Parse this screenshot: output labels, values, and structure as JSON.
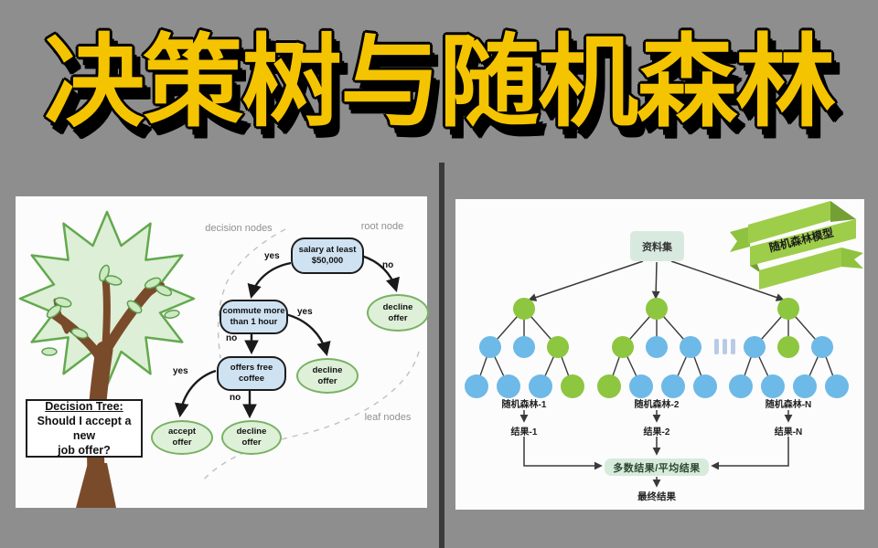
{
  "title": {
    "text": "决策树与随机森林",
    "color": "#F5C400",
    "shadow_color": "#000000",
    "background_color": "#8e8e8e"
  },
  "decision_tree": {
    "annotations": {
      "decision_nodes": "decision nodes",
      "root_node": "root node",
      "leaf_nodes": "leaf nodes"
    },
    "caption": {
      "heading": "Decision Tree:",
      "question_line1": "Should I accept a new",
      "question_line2": "job offer?"
    },
    "nodes": {
      "root": {
        "line1": "salary at least",
        "line2": "$50,000"
      },
      "commute": {
        "line1": "commute more",
        "line2": "than 1 hour"
      },
      "coffee": {
        "line1": "offers free",
        "line2": "coffee"
      },
      "decline_offer_1": {
        "line1": "decline",
        "line2": "offer"
      },
      "decline_offer_2": {
        "line1": "decline",
        "line2": "offer"
      },
      "decline_offer_3": {
        "line1": "decline",
        "line2": "offer"
      },
      "accept_offer": {
        "line1": "accept",
        "line2": "offer"
      }
    },
    "edge_labels": {
      "root_yes": "yes",
      "root_no": "no",
      "commute_yes": "yes",
      "commute_no": "no",
      "coffee_yes": "yes",
      "coffee_no": "no"
    },
    "colors": {
      "decision_fill": "#cfe2f2",
      "decision_border": "#1d1d1d",
      "leaf_fill": "#def0d8",
      "leaf_border": "#79b163",
      "foliage_fill": "#ddefd6",
      "foliage_stroke": "#63a94f",
      "trunk": "#7a4b2a"
    }
  },
  "random_forest": {
    "dataset_label": "资料集",
    "banner_label": "随机森林模型",
    "separator_icon": "triple-bars",
    "trees": [
      {
        "label": "随机森林-1",
        "result": "结果-1",
        "levels": [
          [
            "green"
          ],
          [
            "blue",
            "blue",
            "green"
          ],
          [
            "blue",
            "blue",
            "blue",
            "green"
          ]
        ]
      },
      {
        "label": "随机森林-2",
        "result": "结果-2",
        "levels": [
          [
            "green"
          ],
          [
            "green",
            "blue",
            "blue"
          ],
          [
            "green",
            "blue",
            "blue",
            "blue"
          ]
        ]
      },
      {
        "label": "随机森林-N",
        "result": "结果-N",
        "levels": [
          [
            "green"
          ],
          [
            "blue",
            "green",
            "blue"
          ],
          [
            "blue",
            "blue",
            "blue",
            "blue"
          ]
        ]
      }
    ],
    "aggregate_label": "多数结果/平均结果",
    "final_label": "最终结果",
    "colors": {
      "green_node": "#8dc63f",
      "blue_node": "#6db9e8",
      "dataset_fill": "#d8eadf",
      "aggregate_fill": "#d6ebdb",
      "ribbon_main": "#9ecd4a",
      "ribbon_fold": "#739f35",
      "line": "#3a3a3a"
    }
  }
}
